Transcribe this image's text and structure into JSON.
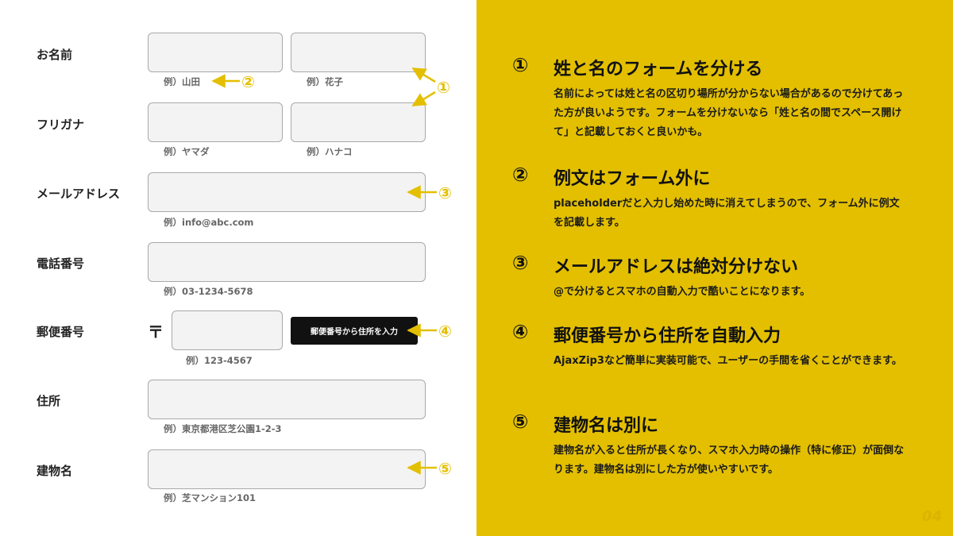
{
  "colors": {
    "accent": "#e3bf00",
    "field_bg": "#f3f3f3",
    "field_border": "#a9a9a9",
    "button_bg": "#111111",
    "page_number": "#d9b400"
  },
  "form": {
    "name": {
      "label": "お名前",
      "hint_last": "例）山田",
      "hint_first": "例）花子"
    },
    "kana": {
      "label": "フリガナ",
      "hint_last": "例）ヤマダ",
      "hint_first": "例）ハナコ"
    },
    "email": {
      "label": "メールアドレス",
      "hint": "例）info@abc.com"
    },
    "phone": {
      "label": "電話番号",
      "hint": "例）03-1234-5678"
    },
    "postal": {
      "label": "郵便番号",
      "mark": "〒",
      "hint": "例）123-4567",
      "button": "郵便番号から住所を入力"
    },
    "address": {
      "label": "住所",
      "hint": "例）東京都港区芝公園1-2-3"
    },
    "building": {
      "label": "建物名",
      "hint": "例）芝マンション101"
    }
  },
  "markers": {
    "m1": "①",
    "m2": "②",
    "m3": "③",
    "m4": "④",
    "m5": "⑤"
  },
  "points": [
    {
      "num": "①",
      "title": "姓と名のフォームを分ける",
      "text": "名前によっては姓と名の区切り場所が分からない場合があるので分けてあった方が良いようです。フォームを分けないなら「姓と名の間でスペース開けて」と記載しておくと良いかも。"
    },
    {
      "num": "②",
      "title": "例文はフォーム外に",
      "text": "placeholderだと入力し始めた時に消えてしまうので、フォーム外に例文を記載します。"
    },
    {
      "num": "③",
      "title": "メールアドレスは絶対分けない",
      "text": "@で分けるとスマホの自動入力で酷いことになります。"
    },
    {
      "num": "④",
      "title": "郵便番号から住所を自動入力",
      "text": "AjaxZip3など簡単に実装可能で、ユーザーの手間を省くことができます。"
    },
    {
      "num": "⑤",
      "title": "建物名は別に",
      "text": "建物名が入ると住所が長くなり、スマホ入力時の操作（特に修正）が面倒なります。建物名は別にした方が使いやすいです。"
    }
  ],
  "page_number": "04"
}
